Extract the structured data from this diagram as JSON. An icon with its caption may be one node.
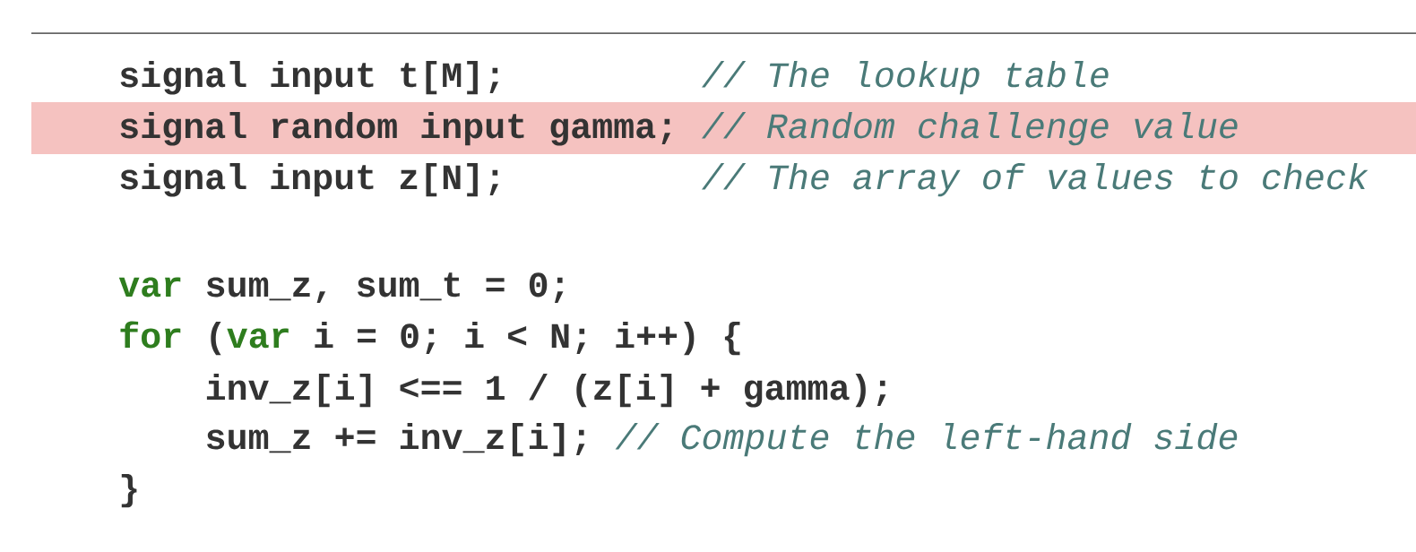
{
  "diagram": {
    "labels": [
      "signal input t[M];",
      "// The lookup table",
      "signal random input gamma;",
      "// Random challenge value",
      "signal input z[N];",
      "// The array of values to check",
      "var",
      "sum_z, sum_t = 0;",
      "for",
      "(",
      "var",
      "i = 0; i < N; i++) {",
      "inv_z[i] <== 1 / (z[i] + gamma);",
      "sum_z += inv_z[i];",
      "// Compute the left-hand side",
      "}"
    ]
  }
}
